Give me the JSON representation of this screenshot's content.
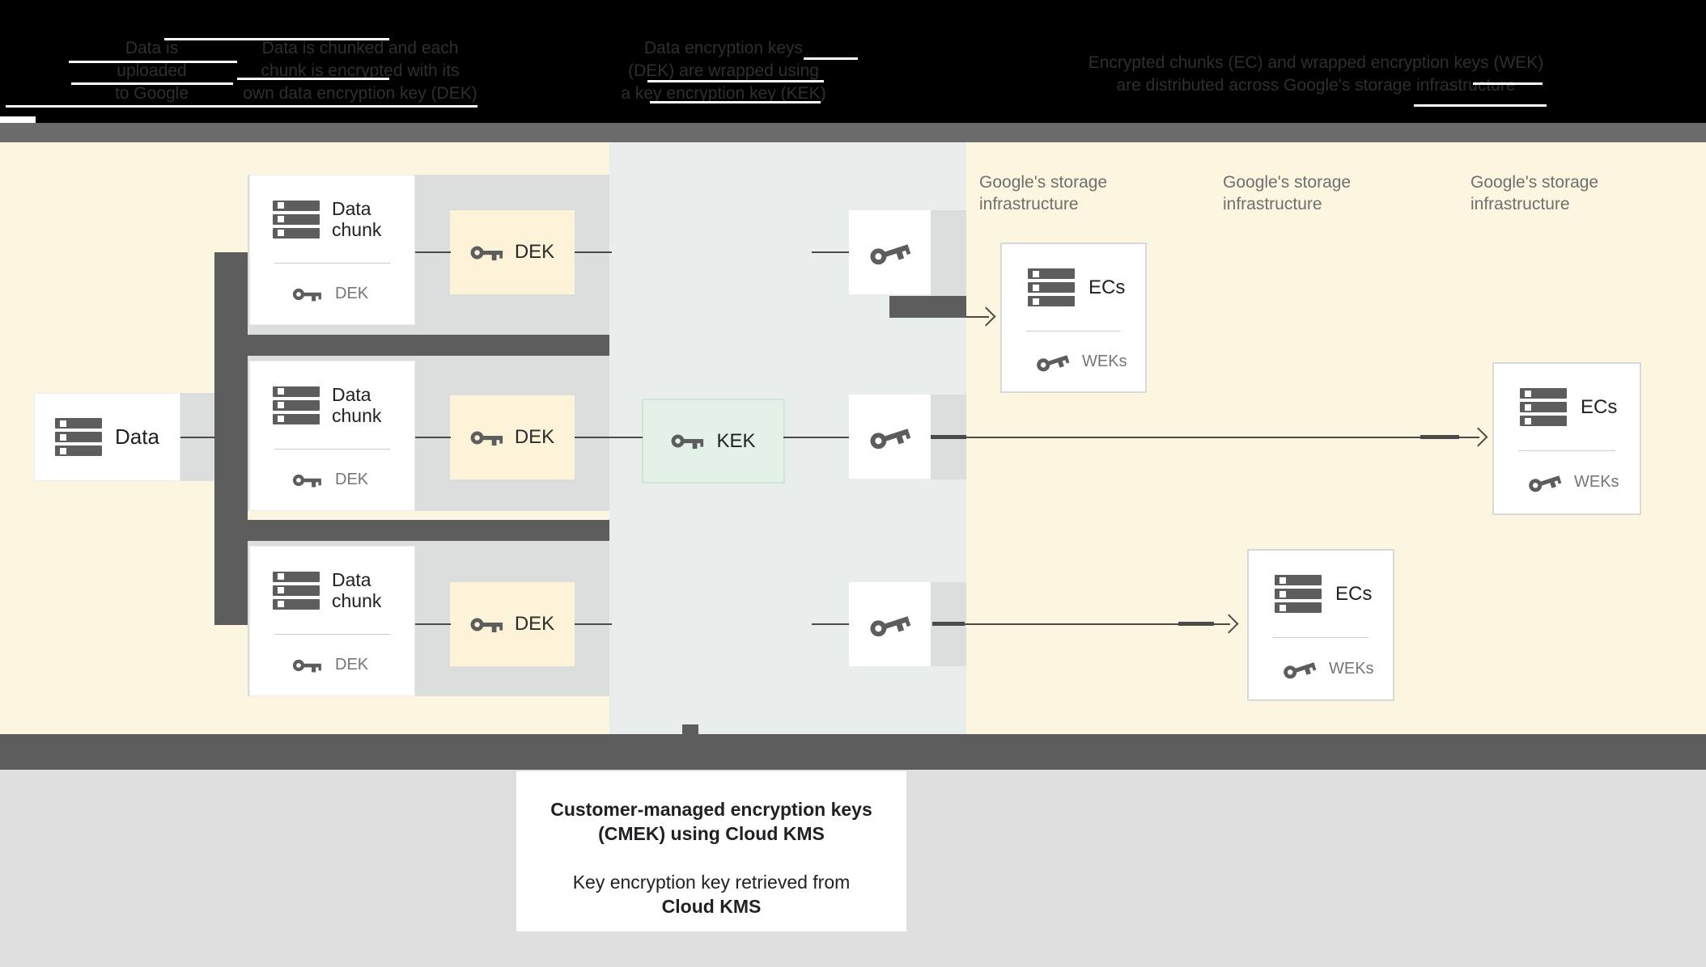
{
  "header": {
    "steps": [
      {
        "lines": [
          "Data is",
          "uploaded",
          "to Google"
        ]
      },
      {
        "lines": [
          "Data is chunked and each",
          "chunk is encrypted with its",
          "own data encryption key (DEK)"
        ]
      },
      {
        "lines": [
          "Data encryption keys",
          "(DEK) are wrapped using",
          "a key encryption key (KEK)"
        ]
      },
      {
        "lines": [
          "Encrypted chunks (EC) and wrapped encryption keys (WEK)",
          "are distributed across Google's storage infrastructure"
        ]
      }
    ]
  },
  "diagram": {
    "data_box": {
      "label": "Data"
    },
    "chunk_boxes": [
      {
        "title": "Data chunk",
        "key_label": "DEK"
      },
      {
        "title": "Data chunk",
        "key_label": "DEK"
      },
      {
        "title": "Data chunk",
        "key_label": "DEK"
      }
    ],
    "dek_boxes": [
      {
        "label": "DEK"
      },
      {
        "label": "DEK"
      },
      {
        "label": "DEK"
      }
    ],
    "kek_box": {
      "label": "KEK"
    },
    "storage_labels": [
      {
        "label": "Google's storage infrastructure"
      },
      {
        "label": "Google's storage infrastructure"
      },
      {
        "label": "Google's storage infrastructure"
      }
    ],
    "ecs_boxes": [
      {
        "title": "ECs",
        "key_label": "WEKs"
      },
      {
        "title": "ECs",
        "key_label": "WEKs"
      },
      {
        "title": "ECs",
        "key_label": "WEKs"
      }
    ]
  },
  "legend": {
    "title_line1": "Customer-managed encryption keys",
    "title_line2": "(CMEK) using Cloud KMS",
    "body_line1": "Key encryption key retrieved from",
    "body_line2": "Cloud KMS"
  },
  "colors": {
    "header_background": "#000000",
    "header_text": "#2e2f31",
    "separator_bar": "#6b6b6b",
    "cream_background": "#fcf5df",
    "kms_column": "#e9edec",
    "connector_band": "#dcdddd",
    "dark_elements": "#5d5d5d",
    "dek_box_fill": "#fcf3d9",
    "kek_box_fill": "#e3f1e9",
    "muted_text": "#757575"
  }
}
